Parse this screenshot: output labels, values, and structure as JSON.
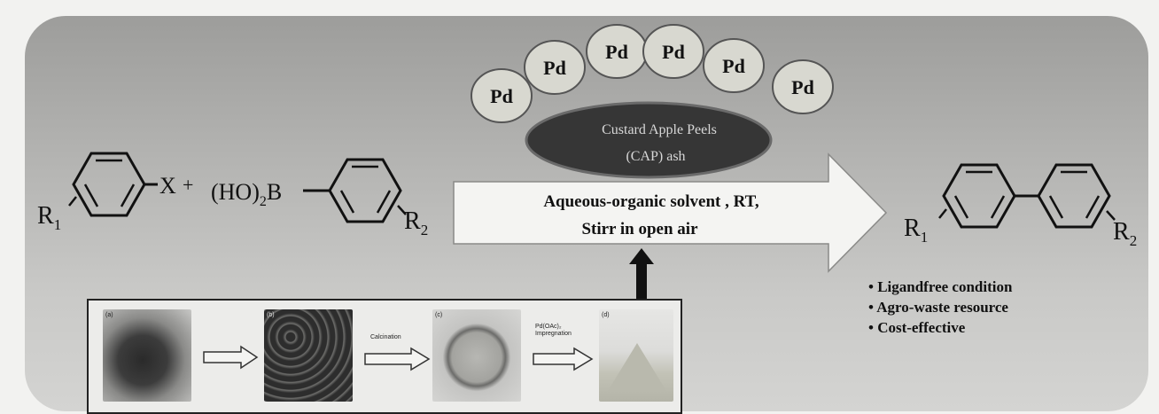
{
  "reactant1": {
    "substituent": "R",
    "substituent_sub": "1",
    "leaving_group": "X"
  },
  "plus_sign": "+",
  "reactant2": {
    "boron_prefix": "(HO)",
    "boron_sub": "2",
    "boron": "B",
    "substituent": "R",
    "substituent_sub": "2"
  },
  "catalyst": {
    "metal_label": "Pd",
    "support_line1": "Custard Apple Peels",
    "support_line2": "(CAP) ash"
  },
  "conditions": {
    "line1": "Aqueous-organic solvent , RT,",
    "line2": "Stirr  in  open air"
  },
  "product": {
    "substituent1": "R",
    "substituent1_sub": "1",
    "substituent2": "R",
    "substituent2_sub": "2"
  },
  "features": [
    "• Ligandfree condition",
    "• Agro-waste resource",
    "• Cost-effective"
  ],
  "preparation": {
    "panel_labels": [
      "(a)",
      "(b)",
      "(c)",
      "(d)"
    ],
    "step_labels": [
      "Calcination",
      "Pd(OAc)₂ Impregnation"
    ]
  },
  "colors": {
    "pd_sphere": "#d8d8d0",
    "support_ellipse": "#3a3a3a",
    "arrow_fill": "#f4f4f2",
    "panel_bg": "#b4b4b2"
  }
}
